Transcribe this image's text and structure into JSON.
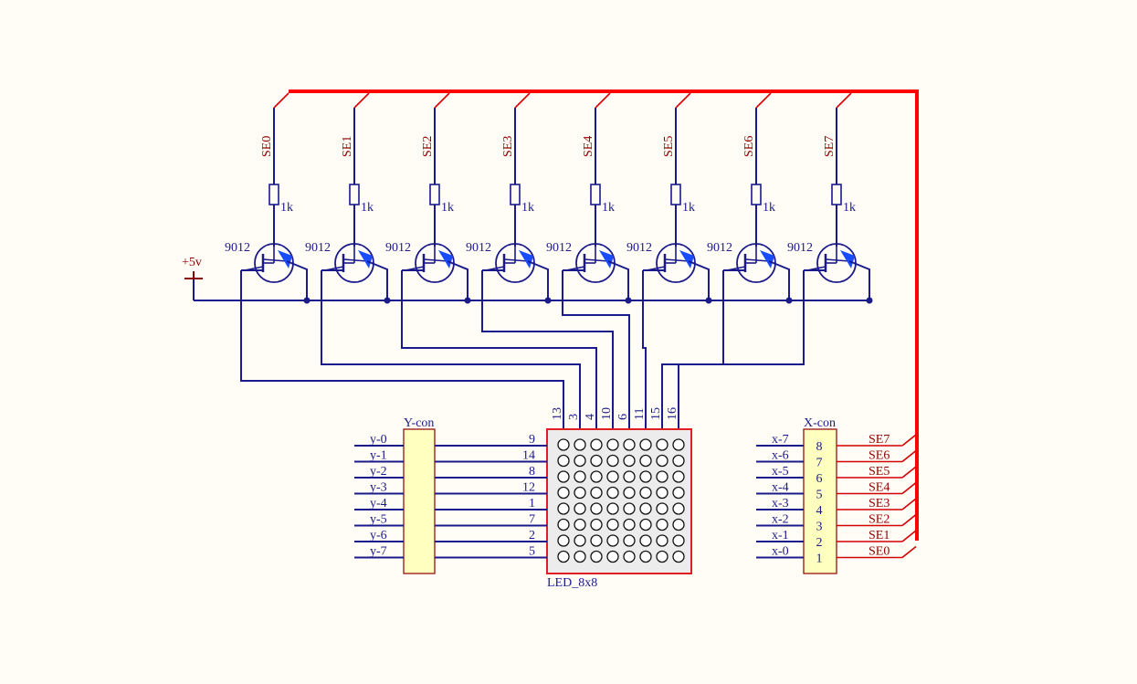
{
  "power": {
    "label": "+5v"
  },
  "stages": [
    {
      "se": "SE0",
      "resistor": "1k",
      "transistor": "9012",
      "pin": "13"
    },
    {
      "se": "SE1",
      "resistor": "1k",
      "transistor": "9012",
      "pin": "3"
    },
    {
      "se": "SE2",
      "resistor": "1k",
      "transistor": "9012",
      "pin": "4"
    },
    {
      "se": "SE3",
      "resistor": "1k",
      "transistor": "9012",
      "pin": "10"
    },
    {
      "se": "SE4",
      "resistor": "1k",
      "transistor": "9012",
      "pin": "6"
    },
    {
      "se": "SE5",
      "resistor": "1k",
      "transistor": "9012",
      "pin": "11"
    },
    {
      "se": "SE6",
      "resistor": "1k",
      "transistor": "9012",
      "pin": "15"
    },
    {
      "se": "SE7",
      "resistor": "1k",
      "transistor": "9012",
      "pin": "16"
    }
  ],
  "led_matrix": {
    "label": "LED_8x8",
    "rows": 8,
    "cols": 8
  },
  "y_con": {
    "label": "Y-con",
    "rows": [
      {
        "name": "y-0",
        "pin": "9"
      },
      {
        "name": "y-1",
        "pin": "14"
      },
      {
        "name": "y-2",
        "pin": "8"
      },
      {
        "name": "y-3",
        "pin": "12"
      },
      {
        "name": "y-4",
        "pin": "1"
      },
      {
        "name": "y-5",
        "pin": "7"
      },
      {
        "name": "y-6",
        "pin": "2"
      },
      {
        "name": "y-7",
        "pin": "5"
      }
    ]
  },
  "x_con": {
    "label": "X-con",
    "rows": [
      {
        "name": "x-7",
        "num": "8",
        "net": "SE7"
      },
      {
        "name": "x-6",
        "num": "7",
        "net": "SE6"
      },
      {
        "name": "x-5",
        "num": "6",
        "net": "SE5"
      },
      {
        "name": "x-4",
        "num": "5",
        "net": "SE4"
      },
      {
        "name": "x-3",
        "num": "4",
        "net": "SE3"
      },
      {
        "name": "x-2",
        "num": "3",
        "net": "SE2"
      },
      {
        "name": "x-1",
        "num": "2",
        "net": "SE1"
      },
      {
        "name": "x-0",
        "num": "1",
        "net": "SE0"
      }
    ]
  },
  "colors": {
    "wire": "#1a1a8c",
    "bus": "#ff0000",
    "net_label": "#8b0000",
    "connector_fill": "#ffffc0",
    "matrix_fill": "#ececec",
    "matrix_border": "#e02020"
  }
}
